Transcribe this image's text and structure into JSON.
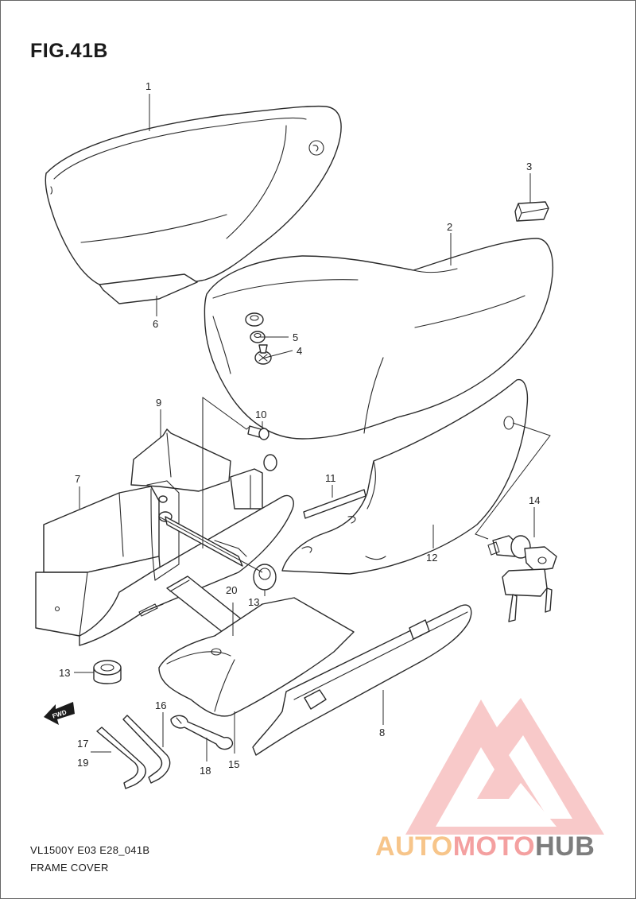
{
  "figure": {
    "title": "FIG.41B",
    "model_code": "VL1500Y E03 E28_041B",
    "section_name": "FRAME COVER"
  },
  "callouts": [
    {
      "id": "c1",
      "label": "1"
    },
    {
      "id": "c2",
      "label": "2"
    },
    {
      "id": "c3",
      "label": "3"
    },
    {
      "id": "c4",
      "label": "4"
    },
    {
      "id": "c5",
      "label": "5"
    },
    {
      "id": "c6",
      "label": "6"
    },
    {
      "id": "c7",
      "label": "7"
    },
    {
      "id": "c8",
      "label": "8"
    },
    {
      "id": "c9",
      "label": "9"
    },
    {
      "id": "c10",
      "label": "10"
    },
    {
      "id": "c11",
      "label": "11"
    },
    {
      "id": "c12",
      "label": "12"
    },
    {
      "id": "c13a",
      "label": "13"
    },
    {
      "id": "c13b",
      "label": "13"
    },
    {
      "id": "c14",
      "label": "14"
    },
    {
      "id": "c15",
      "label": "15"
    },
    {
      "id": "c16",
      "label": "16"
    },
    {
      "id": "c17",
      "label": "17"
    },
    {
      "id": "c18",
      "label": "18"
    },
    {
      "id": "c19",
      "label": "19"
    },
    {
      "id": "c20",
      "label": "20"
    }
  ],
  "fwd_arrow": {
    "label": "FWD"
  },
  "watermark": {
    "part1": "AUTO",
    "part2": "MOTO",
    "part3": "HUB",
    "colors": {
      "auto": "#f7c58a",
      "moto": "#f4a0a0",
      "hub": "#7d7d7d",
      "logo": "#f08a8a"
    }
  }
}
